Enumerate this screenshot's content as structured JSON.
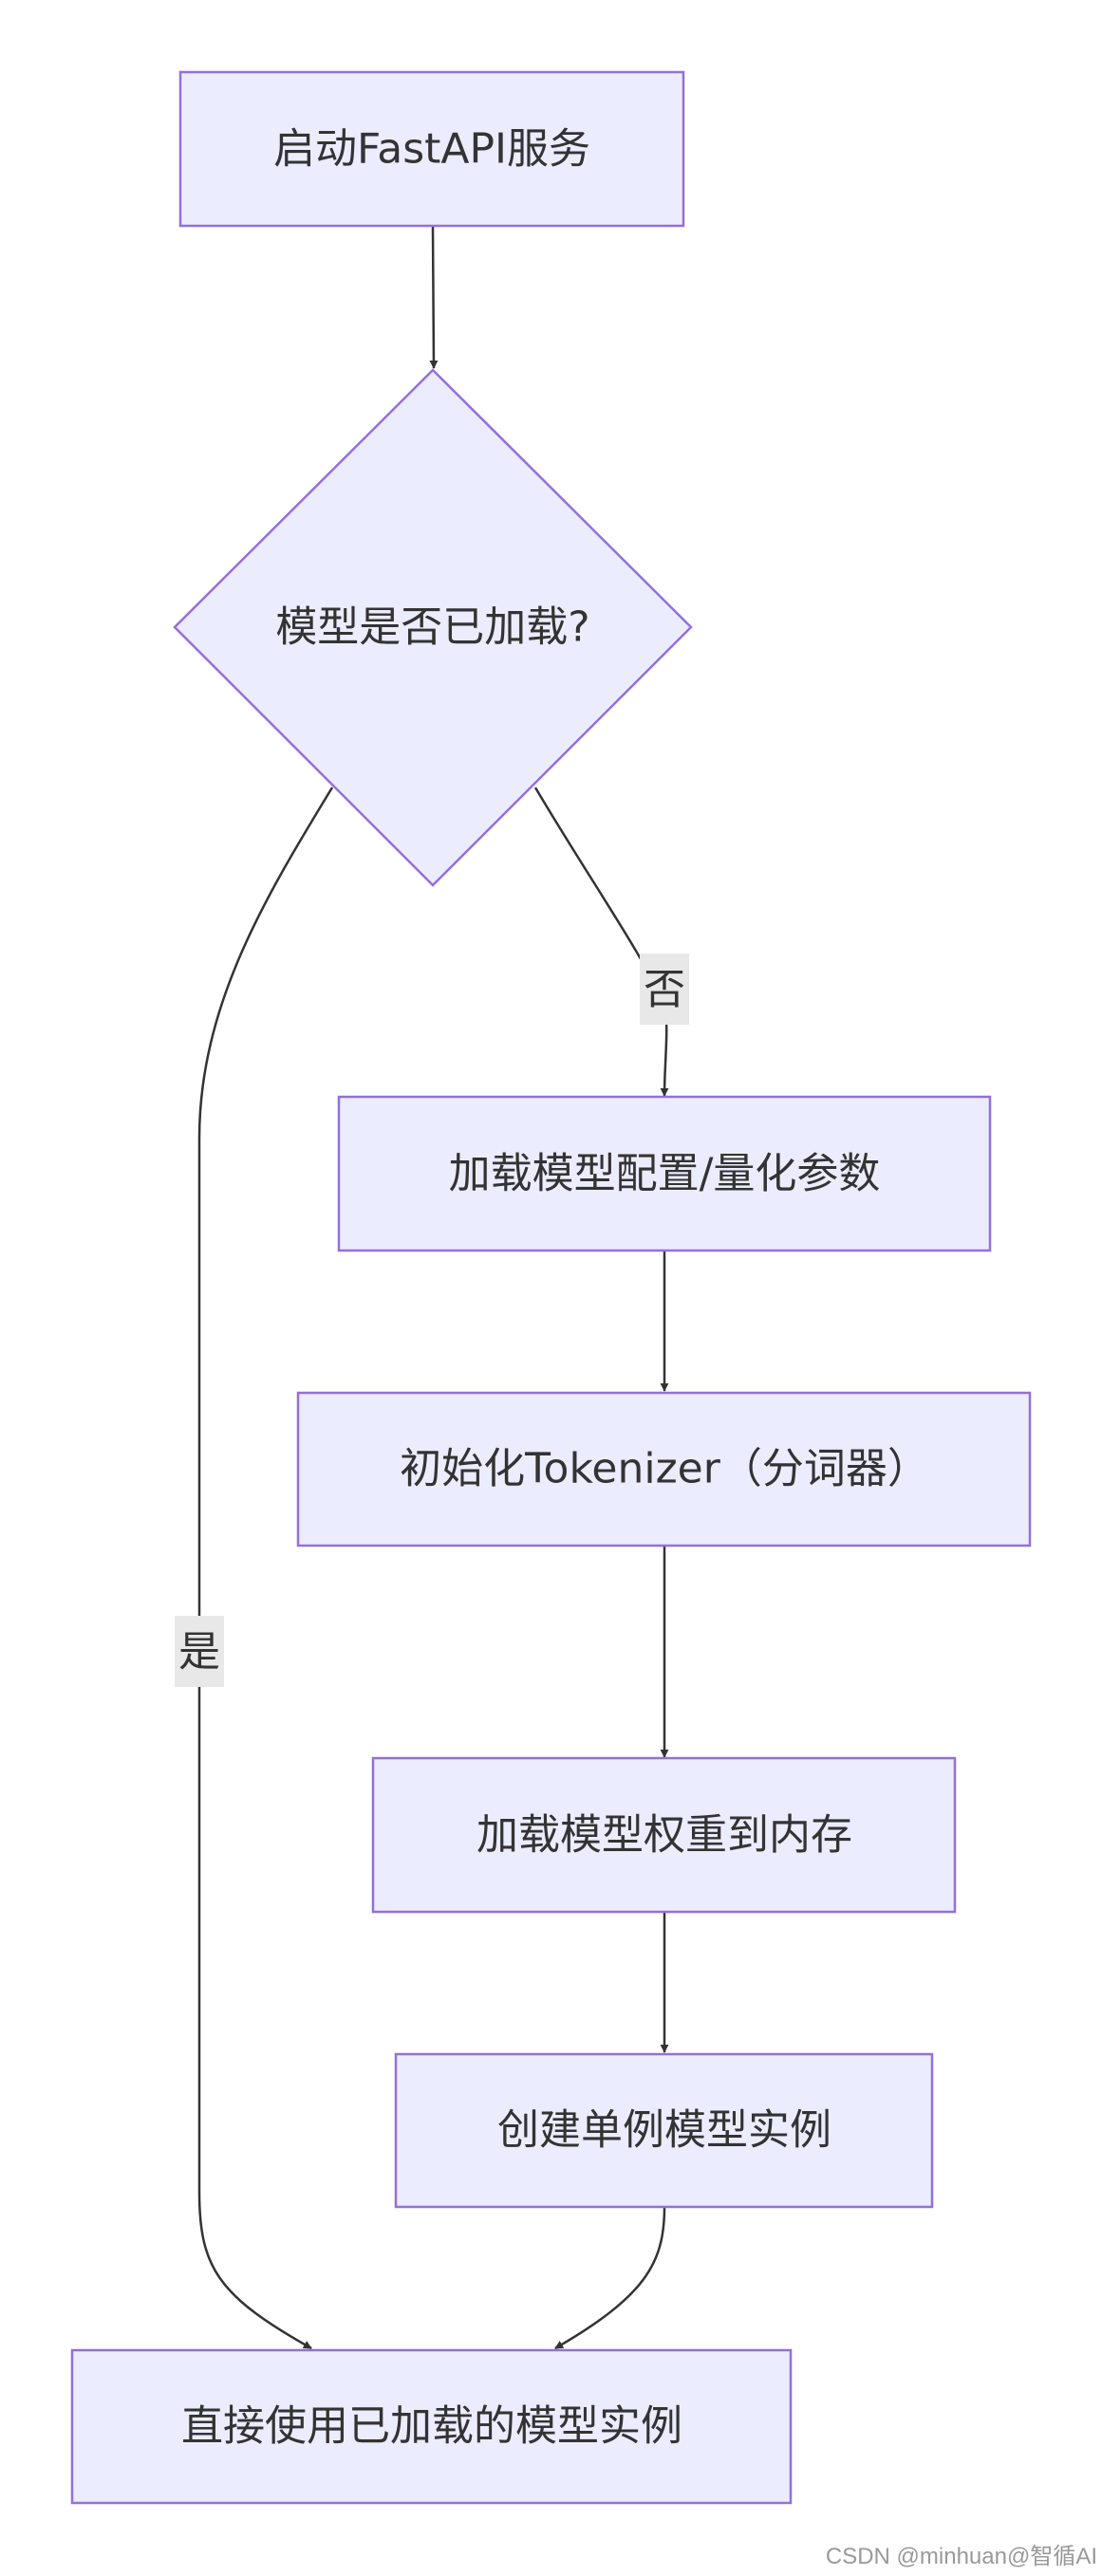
{
  "nodes": {
    "start": "启动FastAPI服务",
    "check_loaded": "模型是否已加载?",
    "load_config": "加载模型配置/量化参数",
    "init_tokenizer": "初始化Tokenizer（分词器）",
    "load_weights": "加载模型权重到内存",
    "create_singleton": "创建单例模型实例",
    "use_loaded": "直接使用已加载的模型实例"
  },
  "edges": {
    "no_label": "否",
    "yes_label": "是"
  },
  "watermark": "CSDN @minhuan@智循AI",
  "colors": {
    "node_fill": "#ECECFF",
    "node_stroke": "#9370DB",
    "edge": "#333333",
    "label_bg": "#E8E8E8"
  }
}
